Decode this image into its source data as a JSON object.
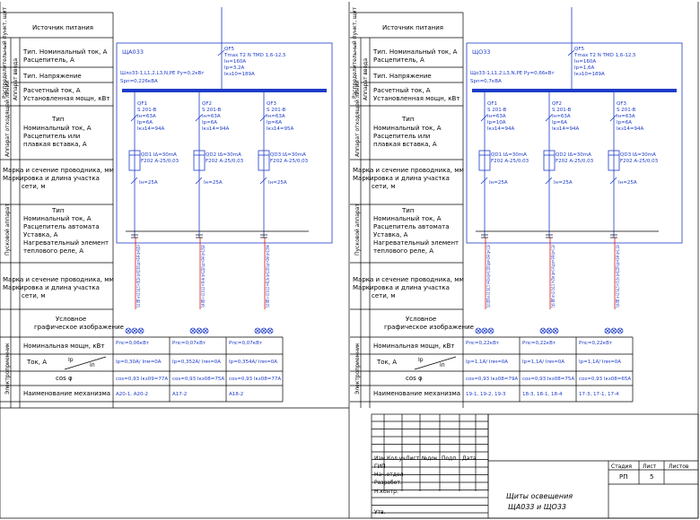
{
  "labels": {
    "source": "Источник питания",
    "row_type_current": "Тип. Номинальный ток, А",
    "row_release": "Расцепитель, А",
    "row_voltage": "Тип. Напряжение",
    "row_calc_current": "Расчетный ток, А",
    "row_installed_power": "Установленная мощн, кВт",
    "row_app_type": "Тип",
    "row_nominal_current": "Номинальный ток, А",
    "row_release_or": "Расцепитель или",
    "row_fuse": "плавкая вставка, А",
    "row_wire_brand": "Марка и сечение проводника, мм",
    "row_wire_mark": "Маркировка и длина участка",
    "row_wire_net": "сети, м",
    "row_start_type": "Тип",
    "row_start_nominal": "Номинальный ток, А",
    "row_start_release": "Расцепитель автомата",
    "row_start_setting": "Уставка, А",
    "row_start_heater": "Нагревательный элемент",
    "row_start_relay": "теплового реле, А",
    "row_ugo_1": "Условное",
    "row_ugo_2": "графическое изображение",
    "row_power": "Номинальная мощн, кВт",
    "row_current": "Ток, А",
    "row_ip": "Iр",
    "row_in": "Iп",
    "row_cos": "cos φ",
    "row_mechanism": "Наименование механизма",
    "vert_dist": "Распределительный пункт, щит",
    "vert_input": "Аппарат ввода",
    "vert_app": "Аппарат отходящей линии",
    "vert_start": "Пусковой аппарат",
    "vert_receiver": "Электроприемник"
  },
  "panels": [
    {
      "name": "ЩА033",
      "feed": "Шло33-1,L1,2,L3,N,PE Pу=0,2кВт",
      "spr": "Sрп=0,226кВА",
      "qf_main": [
        "QF5",
        "Tmax T2 N TMD 1,6-12,5",
        "Iн=160A",
        "Iр=3,2A",
        "Iкз10=189A"
      ],
      "breakers": [
        {
          "lines": [
            "QF1",
            "S 201-B",
            "Iн=63A",
            "Iр=6A",
            "Iкз14=94A"
          ]
        },
        {
          "lines": [
            "QF2",
            "S 201-B",
            "Iн=63A",
            "Iр=6A",
            "Iкз14=94A"
          ]
        },
        {
          "lines": [
            "QF3",
            "S 201-B",
            "Iн=63A",
            "Iр=6A",
            "Iкз14=95A"
          ]
        }
      ],
      "rcds": [
        {
          "lines": [
            "QD1 IΔ=30mA",
            "F202 A-25/0,03"
          ]
        },
        {
          "lines": [
            "QD2 IΔ=30mA",
            "F202 A-25/0,03"
          ]
        },
        {
          "lines": [
            "QD3 IΔ=30mA",
            "F202 A-25/0,03"
          ]
        }
      ],
      "in_labels": [
        "Iн=25A",
        "Iн=25A",
        "Iн=25A"
      ],
      "cables": [
        "Гр1 ВВГнг-LS 3x1,5  l=30,2м Iр=0,138  Iдоп=24А Iр=0,014",
        "Гр4 ВВГнг-LS 3x1,5  l=34,4м Iр=0,228  Iдоп=24А Iр=0,352А",
        "Гр3 ВВГнг-LS 3x1,5  l=40,3м Iр=0,138  Iдоп=24А Iр=0,354А"
      ],
      "power": [
        "Pпс=0,06кВт",
        "Pпс=0,07кВт",
        "Pпс=0,07кВт"
      ],
      "current": [
        "Iр=0,30А/ Iпм=0А",
        "Iр=0,352А/ Iпм=0А",
        "Iр=0,354А/ Iпм=0А"
      ],
      "cos": [
        "cos=0,93 Iкз09=77А",
        "cos=0,93 Iкз08=75А",
        "cos=0,93 Iкз08=77А"
      ],
      "mechanism": [
        "А20-1, А20-2",
        "А17-2",
        "А18-2"
      ]
    },
    {
      "name": "ЩО33",
      "feed": "Що33-1,L1,2,L3,N,PE Pу=0,66кВт",
      "spr": "Sрп=0,7кВА",
      "qf_main": [
        "QF5",
        "Tmax T2 N TMD 1,6-12,5",
        "Iн=160A",
        "Iр=1,6A",
        "Iкз10=189A"
      ],
      "breakers": [
        {
          "lines": [
            "QF1",
            "S 201-B",
            "Iн=63A",
            "Iр=10A",
            "Iкз14=94A"
          ]
        },
        {
          "lines": [
            "QF2",
            "S 201-B",
            "Iн=63A",
            "Iр=6A",
            "Iкз14=94A"
          ]
        },
        {
          "lines": [
            "QF3",
            "S 201-B",
            "Iн=63A",
            "Iр=6A",
            "Iкз14=94A"
          ]
        }
      ],
      "rcds": [
        {
          "lines": [
            "QD1 IΔ=30mA",
            "F202 A-25/0,03"
          ]
        },
        {
          "lines": [
            "QD2 IΔ=30mA",
            "F202 A-25/0,03"
          ]
        },
        {
          "lines": [
            "QD3 IΔ=30mA",
            "F202 A-25/0,03"
          ]
        }
      ],
      "in_labels": [
        "Iн=25A",
        "Iн=25A",
        "Iн=25A"
      ],
      "cables": [
        "Гр1 ВВГнг-LS 3x1,5  l=42м Iр=0,318  Iдоп=24А Iр=1,1А",
        "Гр5 ВВГнг-LS 3x1,5  l=25м Iр=0,4  Iдоп=24А Iр=1,1А",
        "Гр6 ВВГнг-LS 3x1,5  l=33,5м Iр=0,229  Iдоп=24А Iр=1,11А"
      ],
      "power": [
        "Pпс=0,22кВт",
        "Pпс=0,22кВт",
        "Pпс=0,22кВт"
      ],
      "current": [
        "Iр=1,1А/ Iпм=0А",
        "Iр=1,1А/ Iпм=0А",
        "Iр=1,1А/ Iпм=0А"
      ],
      "cos": [
        "cos=0,93 Iкз08=79А",
        "cos=0,93 Iкз08=75А",
        "cos=0,93 Iкз08=65А"
      ],
      "mechanism": [
        "19-1, 19-2, 19-3",
        "18-3, 18-1, 18-4",
        "17-3, 17-1, 17-4"
      ]
    }
  ],
  "stamp": {
    "header": [
      "Изм.",
      "Кол.уч.",
      "Лист",
      "№док.",
      "Подп.",
      "Дата"
    ],
    "roles": [
      "ГИП",
      "Нач.отдел",
      "Разработ.",
      "Н.контр.",
      "Утв."
    ],
    "stage_label": "Стадия",
    "sheet_label": "Лист",
    "sheets_label": "Листов",
    "stage_value": "РП",
    "sheet_value": "5",
    "title_line1": "Щиты освещения",
    "title_line2": "ЩА033 и ЩО33"
  }
}
